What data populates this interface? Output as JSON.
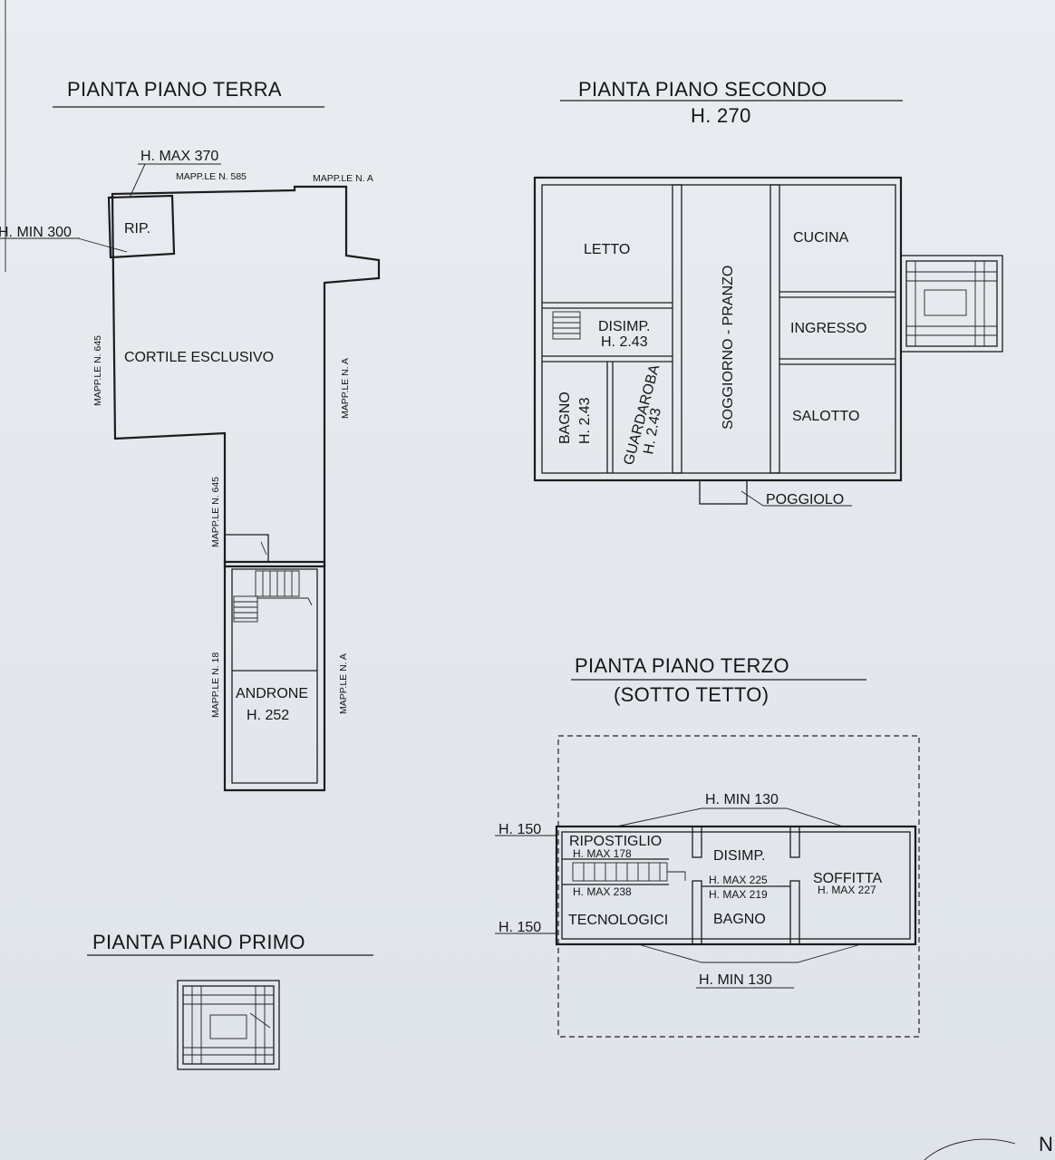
{
  "ground_floor": {
    "title": "PIANTA PIANO TERRA",
    "h_max": "H. MAX 370",
    "h_min": "H. MIN 300",
    "rip": "RIP.",
    "courtyard": "CORTILE ESCLUSIVO",
    "hall_name": "ANDRONE",
    "hall_height": "H. 252",
    "parcel_585": "MAPP.LE N. 585",
    "parcel_a_top": "MAPP.LE N. A",
    "parcel_645_left": "MAPP.LE N. 645",
    "parcel_a_right": "MAPP.LE N. A",
    "parcel_645_mid": "MAPP.LE N. 645",
    "parcel_18": "MAPP.LE N. 18",
    "parcel_a_bottom": "MAPP.LE N. A"
  },
  "second_floor": {
    "title": "PIANTA PIANO SECONDO",
    "height": "H. 270",
    "rooms": {
      "letto": "LETTO",
      "cucina": "CUCINA",
      "soggiorno": "SOGGIORNO - PRANZO",
      "disimp": "DISIMP.",
      "disimp_h": "H. 2.43",
      "ingresso": "INGRESSO",
      "bagno": "BAGNO",
      "bagno_h": "H. 2.43",
      "guardaroba": "GUARDAROBA",
      "guardaroba_h": "H. 2.43",
      "salotto": "SALOTTO",
      "poggiolo": "POGGIOLO"
    }
  },
  "first_floor": {
    "title": "PIANTA PIANO PRIMO"
  },
  "third_floor": {
    "title": "PIANTA PIANO TERZO",
    "subtitle": "(SOTTO TETTO)",
    "h_min_top": "H. MIN 130",
    "h_min_bottom": "H. MIN 130",
    "h150_top": "H. 150",
    "h150_bottom": "H. 150",
    "ripostiglio": "RIPOSTIGLIO",
    "ripostiglio_h": "H. MAX 178",
    "disimp": "DISIMP.",
    "h_max_225": "H. MAX 225",
    "h_max_219": "H. MAX 219",
    "soffitta": "SOFFITTA",
    "soffitta_h": "H. MAX 227",
    "tecnologici_h": "H. MAX 238",
    "tecnologici": "TECNOLOGICI",
    "bagno": "BAGNO"
  },
  "corner_mark": "N"
}
